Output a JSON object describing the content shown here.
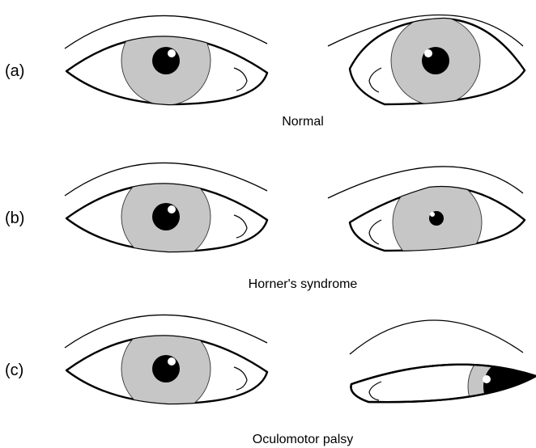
{
  "rows": [
    {
      "label": "(a)",
      "caption": "Normal"
    },
    {
      "label": "(b)",
      "caption": "Horner's syndrome"
    },
    {
      "label": "(c)",
      "caption": "Oculomotor palsy"
    }
  ],
  "colors": {
    "iris": "#c6c6c6",
    "pupil": "#000000",
    "highlight": "#ffffff",
    "outline": "#000000"
  }
}
